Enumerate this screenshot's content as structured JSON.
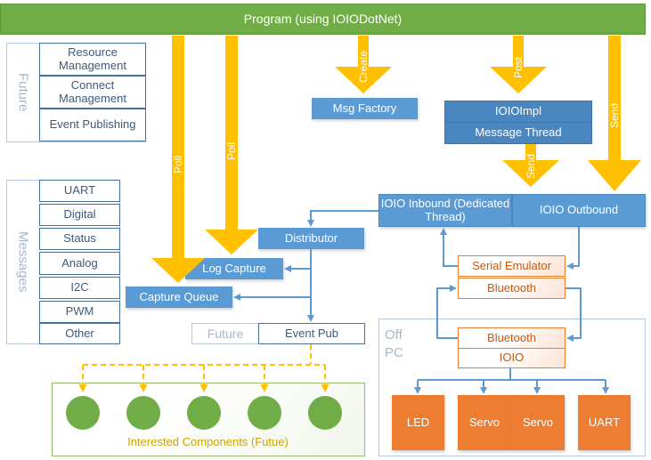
{
  "program": {
    "title": "Program (using IOIODotNet)"
  },
  "future_group": {
    "label": "Future",
    "items": [
      "Resource Management",
      "Connect Management",
      "Event Publishing"
    ]
  },
  "messages_group": {
    "label": "Messages",
    "items": [
      "UART",
      "Digital",
      "Status",
      "Analog",
      "I2C",
      "PWM",
      "Other"
    ]
  },
  "arrows": {
    "poll_1": "Poll",
    "poll_2": "Poll",
    "create": "Create",
    "post": "Post",
    "send_impl": "Send",
    "send_direct": "Send"
  },
  "boxes": {
    "msg_factory": "Msg Factory",
    "ioio_impl": "IOIOImpl",
    "message_thread": "Message Thread",
    "ioio_inbound": "IOIO Inbound (Dedicated Thread)",
    "ioio_outbound": "IOIO Outbound",
    "distributor": "Distributor",
    "log_capture": "Log Capture",
    "capture_queue": "Capture Queue",
    "future_label": "Future",
    "event_pub": "Event Pub",
    "serial_emulator": "Serial Emulator",
    "bluetooth_pc": "Bluetooth",
    "bluetooth_off": "Bluetooth",
    "ioio_device": "IOIO"
  },
  "off_pc": {
    "label": "Off PC"
  },
  "devices": [
    "LED",
    "Servo",
    "Servo",
    "UART"
  ],
  "interested": {
    "label": "Interested Components (Futue)",
    "count": 5
  },
  "colors": {
    "program_green": "#70ad47",
    "arrow_yellow": "#ffc000",
    "box_blue": "#5b9bd5",
    "box_blue_dark": "#4a86c0",
    "device_orange": "#ed7d31",
    "connector_blue": "#5b9bd5"
  }
}
